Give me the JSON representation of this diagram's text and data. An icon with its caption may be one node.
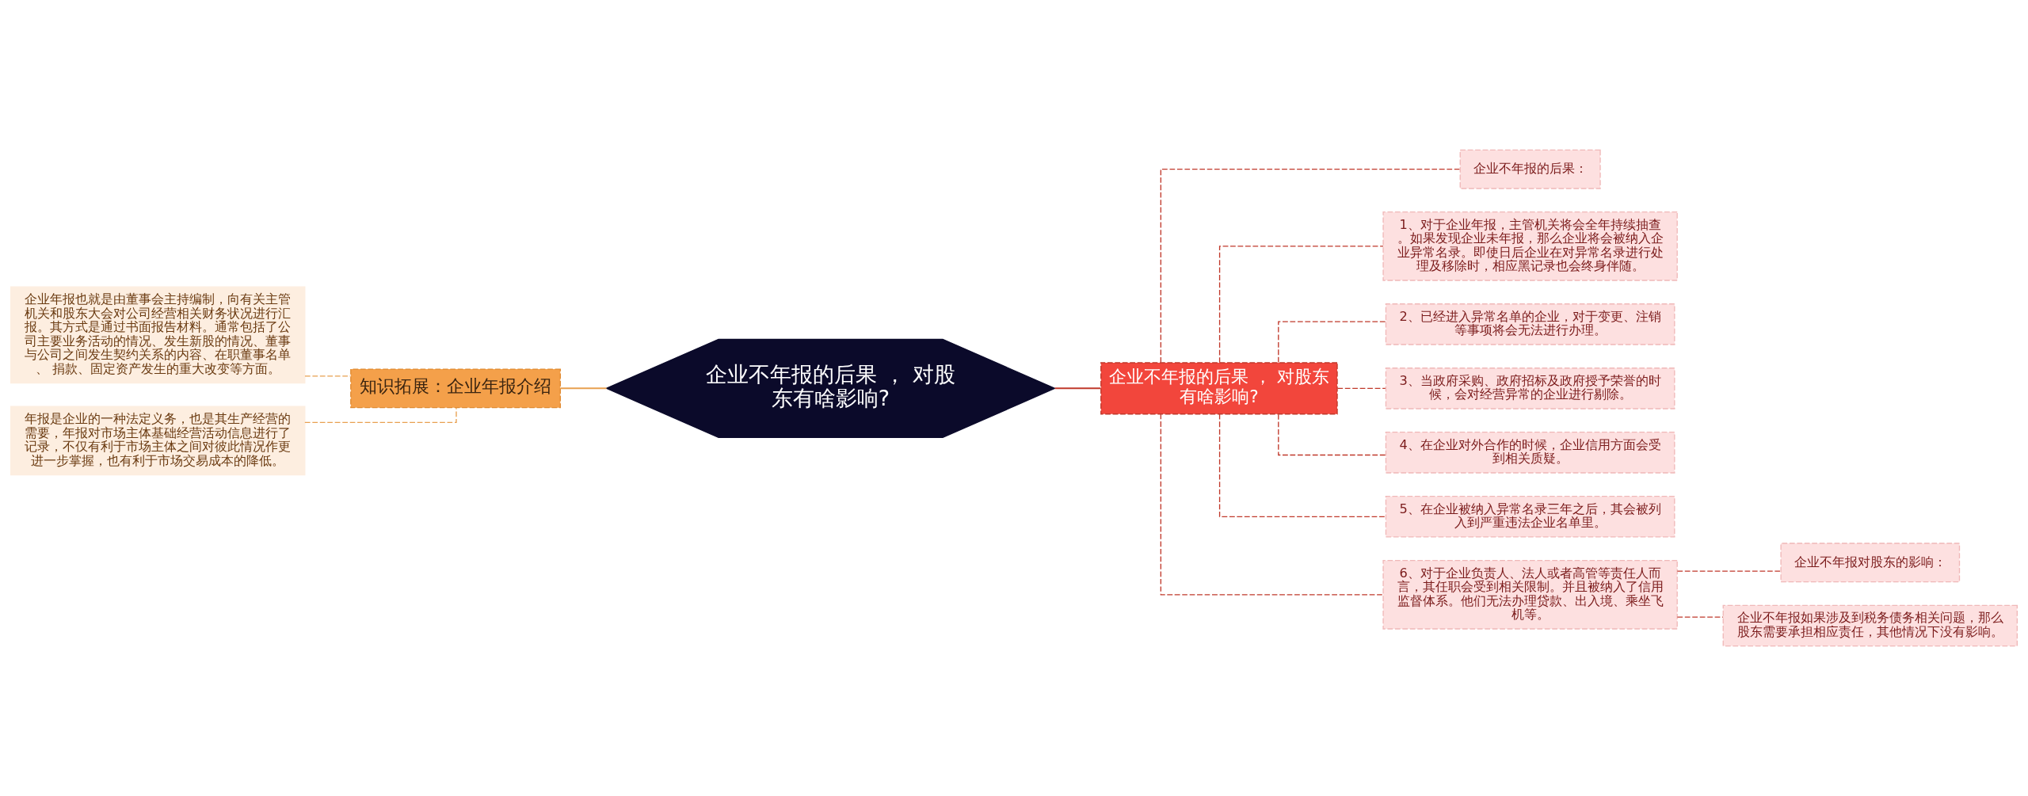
{
  "diagram": {
    "nodes": [
      {
        "text": [
          "企业不年报的后果 ， 对股东有啥影响?"
        ]
      },
      {
        "text": [
          "知识拓展：企业年报介绍"
        ]
      },
      {
        "text": [
          "企业年报也就是由董事会主持编制，向有关主管机关和股东大会对公司经营相关财务状况进行汇报。其方式是通过书面报告材料。通常包括了公司主要业务活动的情况、发生新股的情况、董事与公司之间发生契约关系的内容、在职董事名单、 捐款、固定资产发生的重大改变等方面。"
        ]
      },
      {
        "text": [
          "年报是企业的一种法定义务，也是其生产经营的需要，年报对市场主体基础经营活动信息进行了记录，不仅有利于市场主体之间对彼此情况作更进一步掌握，也有利于市场交易成本的降低。"
        ]
      },
      {
        "text": [
          "企业不年报的后果 ， 对股东有啥影响?"
        ]
      },
      {
        "text": [
          "企业不年报的后果："
        ]
      },
      {
        "text": [
          "1、对于企业年报，主管机关将会全年持续抽查。如果发现企业未年报，那么企业将会被纳入企业异常名录。即使日后企业在对异常名录进行处理及移除时，相应黑记录也会终身伴随。"
        ]
      },
      {
        "text": [
          "2、已经进入异常名单的企业，对于变更、注销等事项将会无法进行办理。"
        ]
      },
      {
        "text": [
          "3、当政府采购、政府招标及政府授予荣誉的时候，会对经营异常的企业进行剔除。"
        ]
      },
      {
        "text": [
          "4、在企业对外合作的时候，企业信用方面会受到相关质疑。"
        ]
      },
      {
        "text": [
          "5、在企业被纳入异常名录三年之后，其会被列入到严重违法企业名单里。"
        ]
      },
      {
        "text": [
          "6、对于企业负责人、法人或者高管等责任人而言，其任职会受到相关限制。并且被纳入了信用监督体系。他们无法办理贷款、出入境、乘坐飞机等。"
        ]
      },
      {
        "text": [
          "企业不年报对股东的影响："
        ]
      },
      {
        "text": [
          "企业不年报如果涉及到税务债务相关问题，那么股东需要承担相应责任，其他情况下没有影响。"
        ]
      }
    ],
    "edges": [
      {
        "from": 0,
        "to": 1,
        "arrow": "none",
        "color": "#e8a050"
      },
      {
        "from": 1,
        "to": 2,
        "arrow": "none",
        "style": "dashed",
        "color": "#e8a050"
      },
      {
        "from": 1,
        "to": 3,
        "arrow": "none",
        "style": "dashed",
        "color": "#e8a050"
      },
      {
        "from": 0,
        "to": 4,
        "arrow": "none"
      },
      {
        "from": 4,
        "to": 5,
        "arrow": "none",
        "style": "dashed"
      },
      {
        "from": 4,
        "to": 6,
        "arrow": "none",
        "style": "dashed"
      },
      {
        "from": 4,
        "to": 7,
        "arrow": "none",
        "style": "dashed"
      },
      {
        "from": 4,
        "to": 8,
        "arrow": "none",
        "style": "dashed"
      },
      {
        "from": 4,
        "to": 9,
        "arrow": "none",
        "style": "dashed"
      },
      {
        "from": 4,
        "to": 10,
        "arrow": "none",
        "style": "dashed"
      },
      {
        "from": 4,
        "to": 11,
        "arrow": "none",
        "style": "dashed"
      },
      {
        "from": 11,
        "to": 12,
        "arrow": "none",
        "style": "dashed"
      },
      {
        "from": 11,
        "to": 13,
        "arrow": "none",
        "style": "dashed"
      }
    ]
  }
}
